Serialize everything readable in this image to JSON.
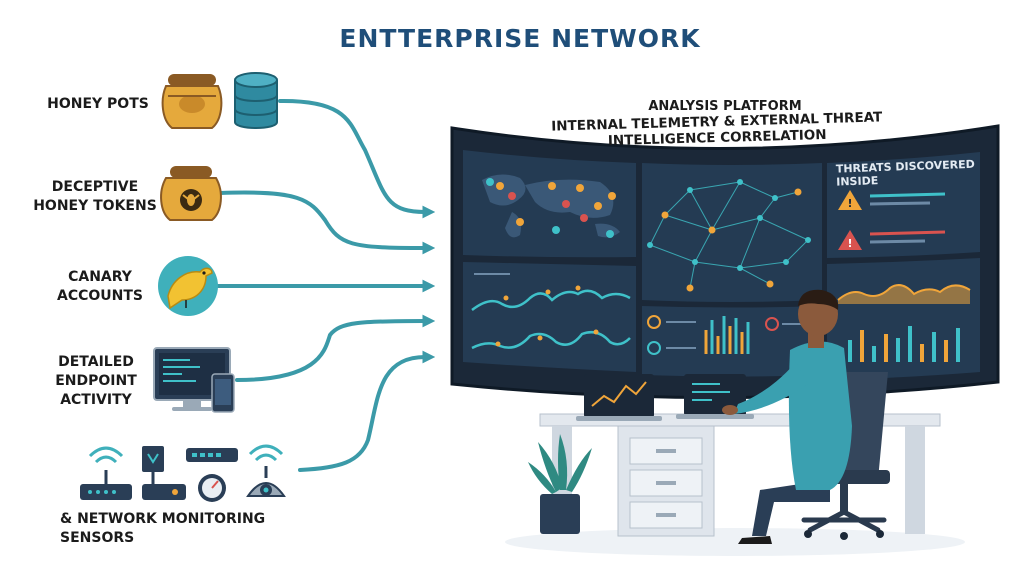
{
  "title": "ENTTERPRISE NETWORK",
  "sources": [
    {
      "label": "HONEY POTS",
      "icons": [
        "honey-pot-icon",
        "database-icon"
      ]
    },
    {
      "label": "DECEPTIVE\nHONEY TOKENS",
      "icons": [
        "honey-token-jar-icon"
      ]
    },
    {
      "label": "CANARY\nACCOUNTS",
      "icons": [
        "canary-bird-icon"
      ]
    },
    {
      "label": "DETAILED\nENDPOINT\nACTIVITY",
      "icons": [
        "monitor-icon",
        "smartphone-icon"
      ]
    },
    {
      "label": "& NETWORK MONITORING SENSORS",
      "icons": [
        "wifi-router-icon",
        "sensor-icon",
        "network-switch-icon",
        "gauge-icon",
        "camera-sensor-icon"
      ]
    }
  ],
  "platform": {
    "title": "ANALYSIS PLATFORM",
    "subtitle": "INTERNAL TELEMETRY & EXTERNAL THREAT INTELLIGENCE CORRELATION",
    "threats_panel_label": "THREATS DISCOVERED INSIDE"
  },
  "colors": {
    "title": "#1f4e79",
    "connector": "#3b9aa8",
    "screen_frame": "#1b2838",
    "screen_panel": "#243b53",
    "accent_orange": "#f0a53a",
    "accent_teal": "#3fc1c9",
    "alert_red": "#d9534f"
  }
}
